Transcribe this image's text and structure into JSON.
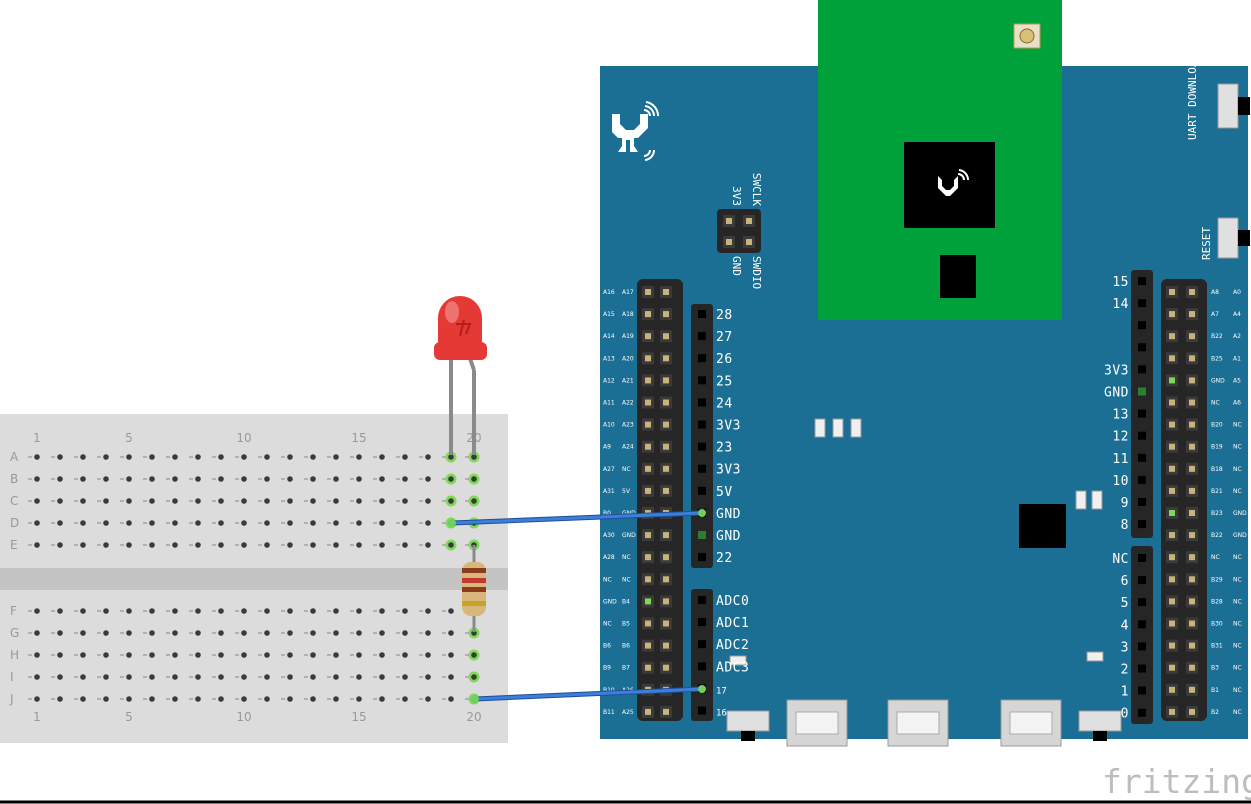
{
  "breadboard": {
    "row_letters_top": [
      "A",
      "B",
      "C",
      "D",
      "E"
    ],
    "row_letters_bottom": [
      "F",
      "G",
      "H",
      "I",
      "J"
    ],
    "column_numbers": [
      "1",
      "5",
      "10",
      "15",
      "20"
    ]
  },
  "board": {
    "header_labels": {
      "swd_3v3": "3V3",
      "swd_swclk": "SWCLK",
      "swd_gnd": "GND",
      "swd_swdio": "SWDIO",
      "uart_download": "UART DOWNLOAD",
      "reset": "RESET"
    },
    "left_pins": [
      "28",
      "27",
      "26",
      "25",
      "24",
      "3V3",
      "23",
      "3V3",
      "5V",
      "GND",
      "GND",
      "22"
    ],
    "left_adc_pins": [
      "ADC0",
      "ADC1",
      "ADC2",
      "ADC3",
      "17",
      "16"
    ],
    "right_pins_top": [
      "15",
      "14",
      "",
      "",
      "3V3",
      "GND",
      "13",
      "12",
      "11",
      "10",
      "9",
      "8"
    ],
    "right_pins_bottom": [
      "NC",
      "6",
      "5",
      "4",
      "3",
      "2",
      "1",
      "0"
    ],
    "left_arduino_labels": [
      [
        "A16",
        "A17"
      ],
      [
        "A15",
        "A18"
      ],
      [
        "A14",
        "A19"
      ],
      [
        "A13",
        "A20"
      ],
      [
        "A12",
        "A21"
      ],
      [
        "A11",
        "A22"
      ],
      [
        "A10",
        "A23"
      ],
      [
        "A9",
        "A24"
      ],
      [
        "A27",
        "NC"
      ],
      [
        "A31",
        "5V"
      ],
      [
        "B0",
        "GND"
      ],
      [
        "A30",
        "GND"
      ],
      [
        "A28",
        "NC"
      ],
      [
        "NC",
        "NC"
      ],
      [
        "GND",
        "B4"
      ],
      [
        "NC",
        "B5"
      ],
      [
        "B6",
        "B6"
      ],
      [
        "B9",
        "B7"
      ],
      [
        "B10",
        "A26"
      ],
      [
        "B11",
        "A25"
      ]
    ],
    "right_arduino_labels": [
      [
        "A8",
        "A0"
      ],
      [
        "A7",
        "A4"
      ],
      [
        "B22",
        "A2"
      ],
      [
        "B25",
        "A1"
      ],
      [
        "GND",
        "A5"
      ],
      [
        "NC",
        "A6"
      ],
      [
        "B20",
        "NC"
      ],
      [
        "B19",
        "NC"
      ],
      [
        "B18",
        "NC"
      ],
      [
        "B21",
        "NC"
      ],
      [
        "B23",
        "GND"
      ],
      [
        "B22",
        "GND"
      ],
      [
        "NC",
        "NC"
      ],
      [
        "B29",
        "NC"
      ],
      [
        "B28",
        "NC"
      ],
      [
        "B30",
        "NC"
      ],
      [
        "B31",
        "NC"
      ],
      [
        "B3",
        "NC"
      ],
      [
        "B1",
        "NC"
      ],
      [
        "B2",
        "NC"
      ]
    ]
  },
  "brand": {
    "watermark": "fritzing"
  },
  "colors": {
    "board": "#1b6f94",
    "module": "#00a13a",
    "breadboard": "#dcdcdc",
    "wire": "#2b6cc4",
    "led": "#e53935",
    "active_hole": "#7ed957"
  }
}
